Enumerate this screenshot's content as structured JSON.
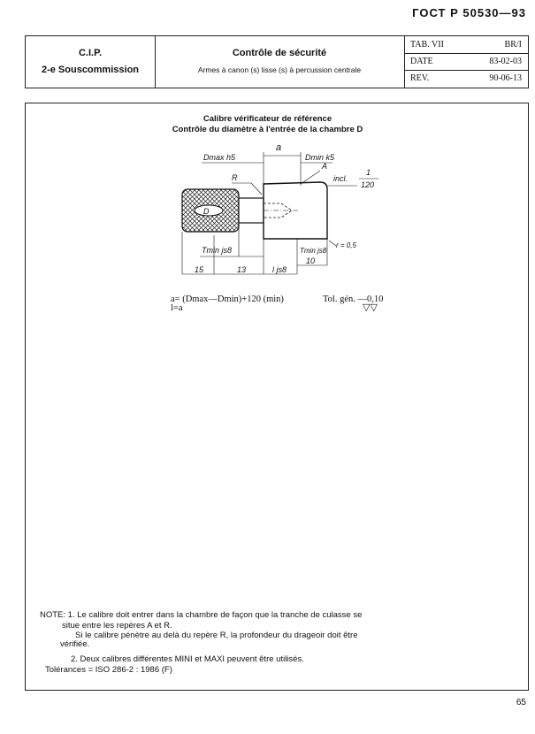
{
  "standard": "ГОСТ Р 50530—93",
  "header": {
    "org": "C.I.P.",
    "subcommission": "2-e Souscommission",
    "title": "Contrôle de sécurité",
    "subtitle": "Armes à canon (s) lisse (s) à percussion centrale",
    "tab_label": "TAB. VII",
    "tab_value": "BR/I",
    "date_label": "DATE",
    "date_value": "83-02-03",
    "rev_label": "REV.",
    "rev_value": "90-06-13"
  },
  "drawing": {
    "title1": "Calibre vérificateur de référence",
    "title2": "Contrôle du diamètre à l'entrée de la chambre D",
    "labels": {
      "a": "a",
      "dmax": "Dmax  h5",
      "dmin": "Dmin k5",
      "A": "A",
      "R": "R",
      "incl": "incl.",
      "incl_num": "1",
      "incl_den": "120",
      "D": "D",
      "tmin1": "Tmin  js8",
      "tmin2": "Tmin js8",
      "r": "r = 0,5",
      "d15": "15",
      "d13": "13",
      "djs8": "l js8",
      "d10": "10"
    },
    "formula_a": "a= (Dmax—Dmin)+120  (min)",
    "formula_l": "l=a",
    "tolerance": "Tol. gén. —0,10",
    "surface": "▽▽"
  },
  "notes": {
    "n1_line1": "NOTE:  1.  Le calibre doit entrer dans la chambre de façon que la tranche de culasse se",
    "n1_line2": "situe   entre   les   repères    A  et  R.",
    "n1_line3": "Si le calibre pénètre au delà du repère R, la profondeur du drageoir doit être",
    "n1_line4": "vérifiée.",
    "n2": "2.  Deux calibres différentes MINI et MAXI peuvent être utilisés.",
    "tolerances": "Tolérances = ISO 286-2 : 1986  (F)"
  },
  "page_number": "65"
}
